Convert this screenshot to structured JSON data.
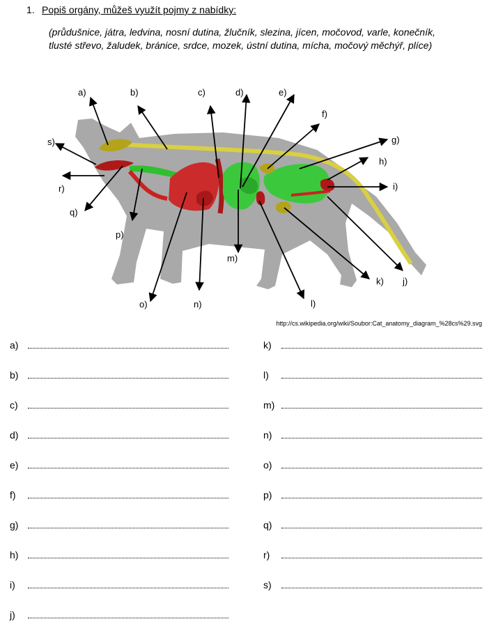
{
  "task": {
    "number": "1.",
    "text": "Popiš orgány, můžeš využít pojmy z nabídky:"
  },
  "terms": {
    "line1": "(průdušnice, játra, ledvina, nosní dutina, žlučník, slezina, jícen, močovod, varle, konečník,",
    "line2": "tlusté střevo, žaludek, bránice, srdce, mozek, ústní dutina, mícha, močový měchýř, plíce)"
  },
  "diagram_labels": {
    "a": "a)",
    "b": "b)",
    "c": "c)",
    "d": "d)",
    "e": "e)",
    "f": "f)",
    "g": "g)",
    "h": "h)",
    "i": "i)",
    "j": "j)",
    "k": "k)",
    "l": "l)",
    "m": "m)",
    "n": "n)",
    "o": "o)",
    "p": "p)",
    "q": "q)",
    "r": "r)",
    "s": "s)"
  },
  "source": "http://cs.wikipedia.org/wiki/Soubor:Cat_anatomy_diagram_%28cs%29.svg",
  "answers_left": [
    "a)",
    "b)",
    "c)",
    "d)",
    "e)",
    "f)",
    "g)",
    "h)",
    "i)",
    "j)"
  ],
  "answers_right": [
    "k)",
    "l)",
    "m)",
    "n)",
    "o)",
    "p)",
    "q)",
    "r)",
    "s)"
  ],
  "colors": {
    "body": "#a8a8a8",
    "organ_red": "#c82222",
    "organ_green": "#3cc83c",
    "organ_olive": "#b4a41c",
    "spine_yellow": "#d8d040"
  }
}
